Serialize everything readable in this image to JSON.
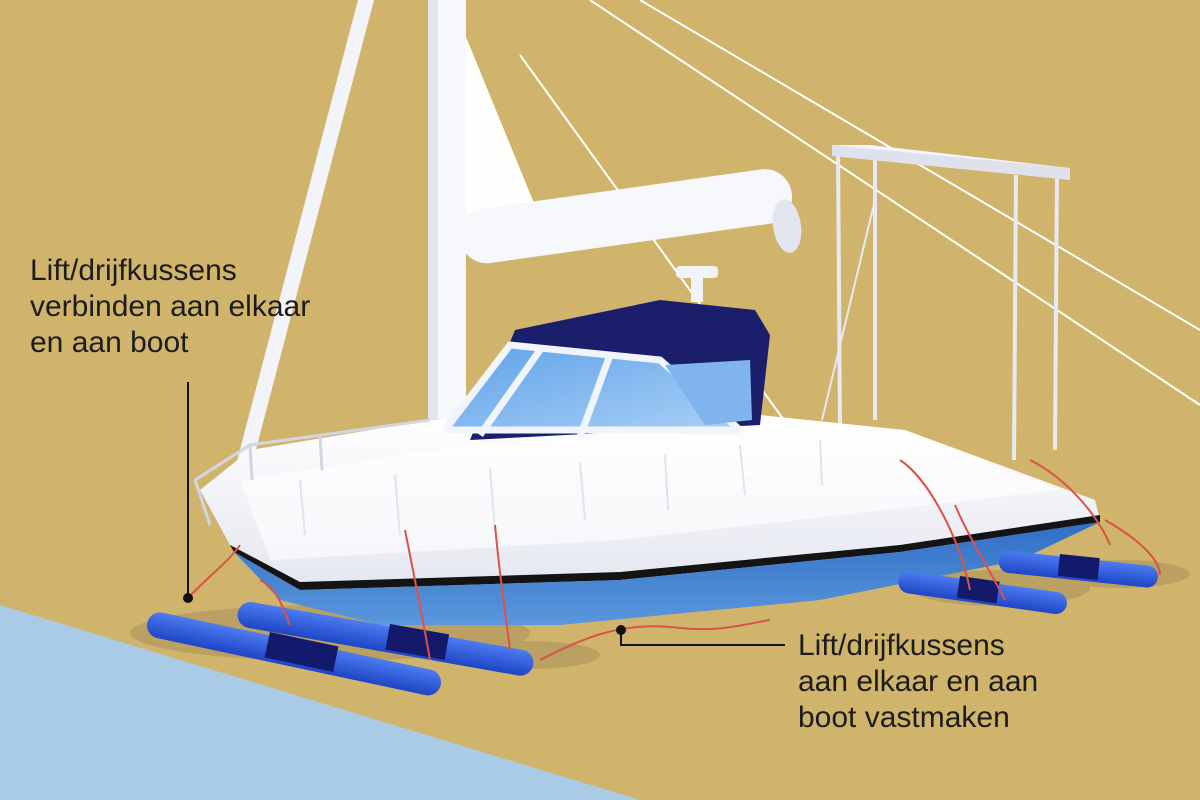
{
  "callouts": {
    "left": {
      "lines": [
        "Lift/drijfkussens",
        "verbinden aan elkaar",
        "en aan boot"
      ]
    },
    "right": {
      "lines": [
        "Lift/drijfkussens",
        "aan elkaar en aan",
        "boot vastmaken"
      ]
    }
  },
  "colors": {
    "sand": "#d0b46c",
    "water": "#a9cbe6",
    "hull_white": "#f4f5fb",
    "hull_blue": "#3b7fd0",
    "bimini_navy": "#1b1f6b",
    "glass": "#7fb4ec",
    "lift_bag_blue": "#2f5fe0",
    "rope_red": "#d9534a",
    "leader_line": "#111111"
  }
}
